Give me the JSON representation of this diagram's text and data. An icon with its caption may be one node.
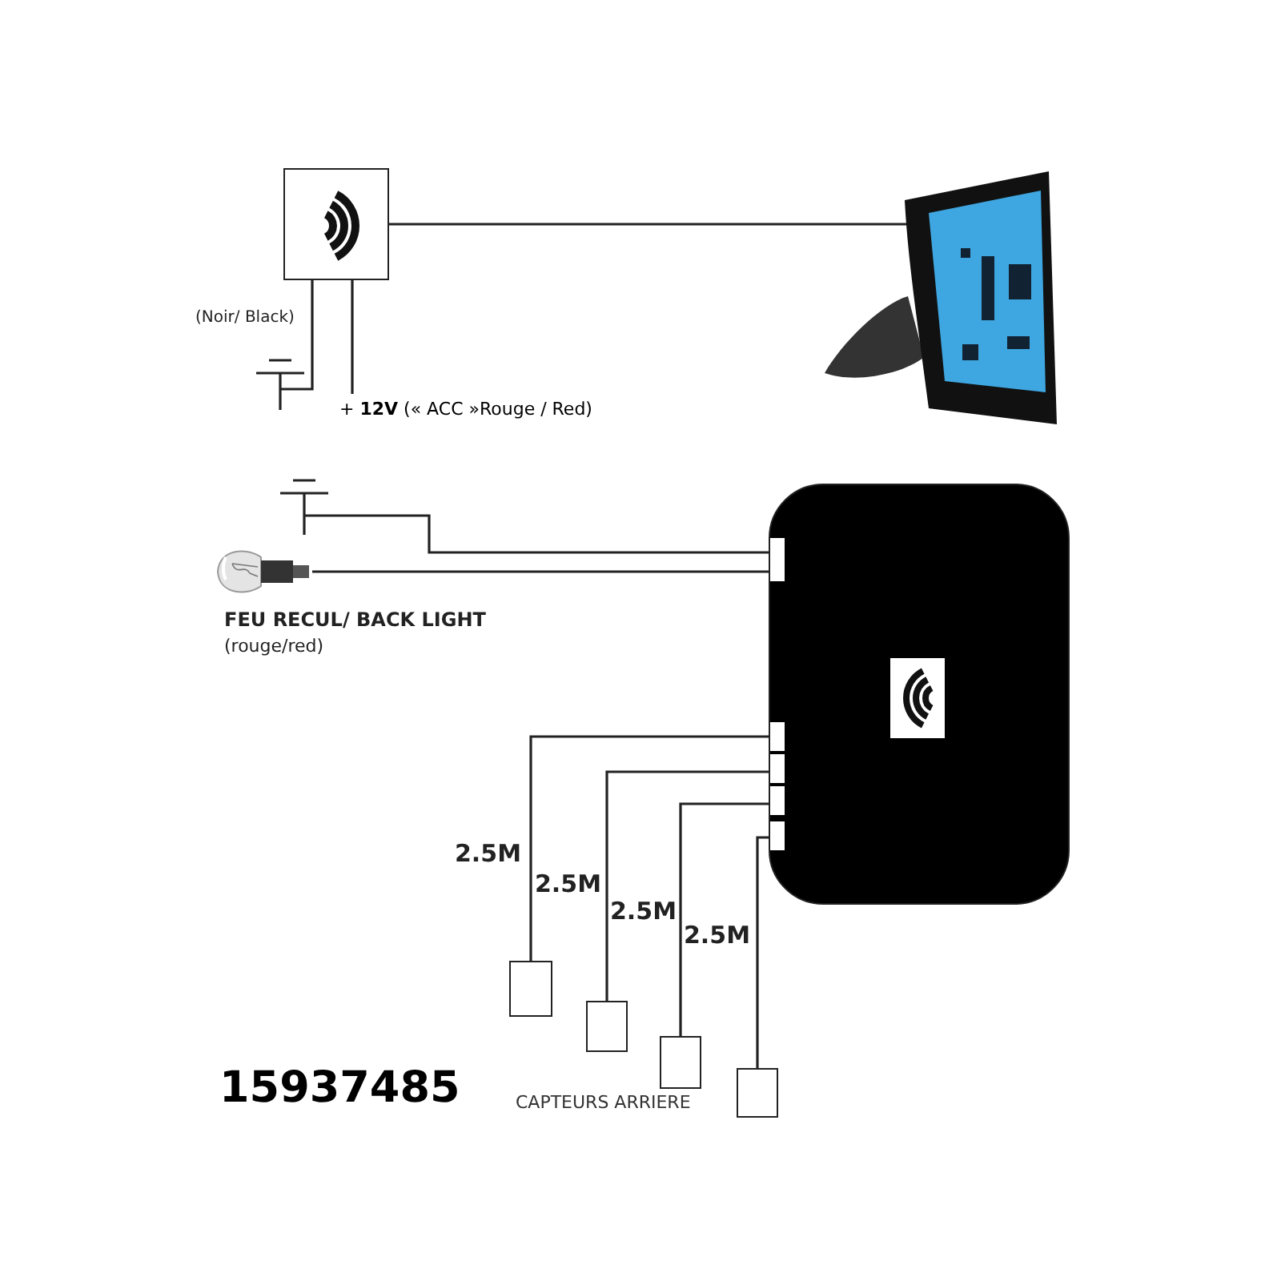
{
  "diagram": {
    "nodes": [
      {
        "text": [],
        "shape": "box"
      },
      {
        "text": [],
        "shape": "picture"
      },
      {
        "text": [],
        "shape": "ground"
      },
      {
        "text": [
          "+ **12V** (« ACC »Rouge / Red)"
        ]
      },
      {
        "text": [],
        "shape": "ground"
      },
      {
        "text": [],
        "shape": "picture",
        "beside": [
          "FEU RECUL/ BACK LIGHT",
          "(rouge/red)"
        ]
      },
      {
        "text": [],
        "shape": "box"
      },
      {
        "text": [],
        "shape": "box"
      },
      {
        "text": [],
        "shape": "box"
      },
      {
        "text": [],
        "shape": "box"
      },
      {
        "text": [],
        "shape": "box"
      }
    ],
    "edges": [
      {
        "from": 0,
        "to": 1,
        "arrow": "none"
      },
      {
        "from": 0,
        "to": 2,
        "arrow": "none",
        "label": "(Noir/ Black)"
      },
      {
        "from": 0,
        "to": 3,
        "arrow": "none"
      },
      {
        "from": 4,
        "to": 6,
        "arrow": "none"
      },
      {
        "from": 5,
        "to": 6,
        "arrow": "none"
      },
      {
        "from": 6,
        "to": 7,
        "arrow": "none",
        "label": "2.5M"
      },
      {
        "from": 6,
        "to": 8,
        "arrow": "none",
        "label": "2.5M"
      },
      {
        "from": 6,
        "to": 9,
        "arrow": "none",
        "label": "2.5M"
      },
      {
        "from": 6,
        "to": 10,
        "arrow": "none",
        "label": "2.5M"
      }
    ],
    "labels": [
      "CAPTEURS ARRIERE",
      "15937485"
    ]
  }
}
